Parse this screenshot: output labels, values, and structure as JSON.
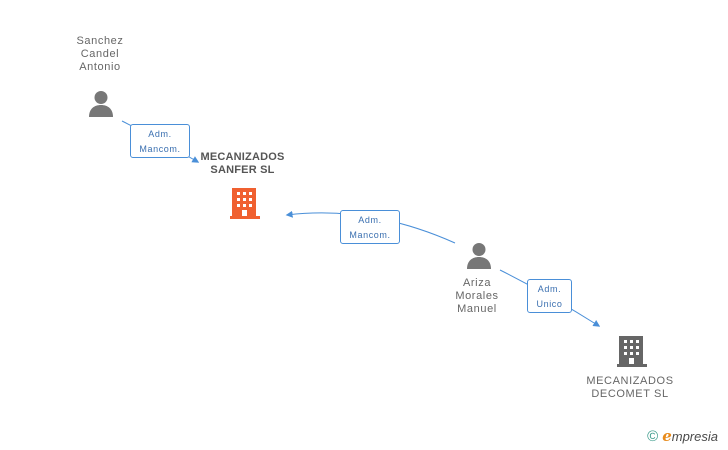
{
  "nodes": {
    "sanchez": {
      "lines": [
        "Sanchez",
        "Candel",
        "Antonio"
      ],
      "type": "person",
      "color": "#777777"
    },
    "sanfer": {
      "lines": [
        "MECANIZADOS",
        "SANFER SL"
      ],
      "type": "company",
      "color": "#f06030"
    },
    "ariza": {
      "lines": [
        "Ariza",
        "Morales",
        "Manuel"
      ],
      "type": "person",
      "color": "#777777"
    },
    "decomet": {
      "lines": [
        "MECANIZADOS",
        "DECOMET SL"
      ],
      "type": "company",
      "color": "#666666"
    }
  },
  "edges": [
    {
      "from": "sanchez",
      "to": "sanfer",
      "lines": [
        "Adm.",
        "Mancom."
      ]
    },
    {
      "from": "ariza",
      "to": "sanfer",
      "lines": [
        "Adm.",
        "Mancom."
      ]
    },
    {
      "from": "ariza",
      "to": "decomet",
      "lines": [
        "Adm.",
        "Unico"
      ]
    }
  ],
  "edge_color": "#4a8fd8",
  "brand": {
    "copyright": "©",
    "initial": "e",
    "name": "mpresia"
  }
}
